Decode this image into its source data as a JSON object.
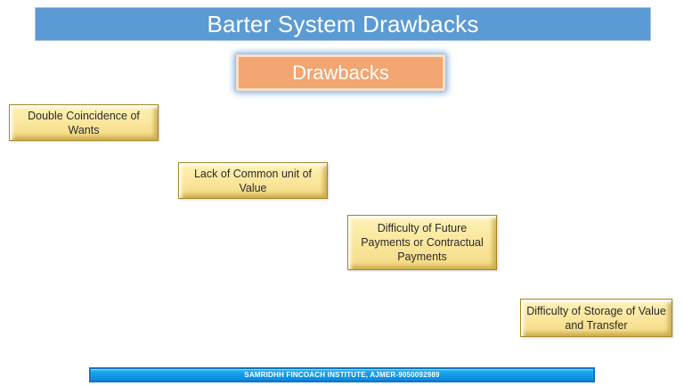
{
  "slide": {
    "title": "Barter System Drawbacks",
    "subtitle": "Drawbacks",
    "items": [
      {
        "label": "Double Coincidence of Wants"
      },
      {
        "label": "Lack of Common unit of Value"
      },
      {
        "label": "Difficulty of Future Payments or Contractual Payments"
      },
      {
        "label": "Difficulty of Storage of Value and Transfer"
      }
    ],
    "footer": "SAMRIDHH FINCOACH INSTITUTE, AJMER-9050092989",
    "colors": {
      "title_banner_fill": "#5B9BD5",
      "drawbacks_fill": "#F3A572",
      "drawbacks_border": "#F9E0C6",
      "drawbacks_glow": "#92BBE8",
      "item_fill": "#FBE79E",
      "item_border": "#A8851F",
      "footer_fill": "#14A2EB",
      "footer_border": "#1173C6",
      "title_text": "#FFFFFF",
      "item_text": "#2B2B2B"
    }
  }
}
